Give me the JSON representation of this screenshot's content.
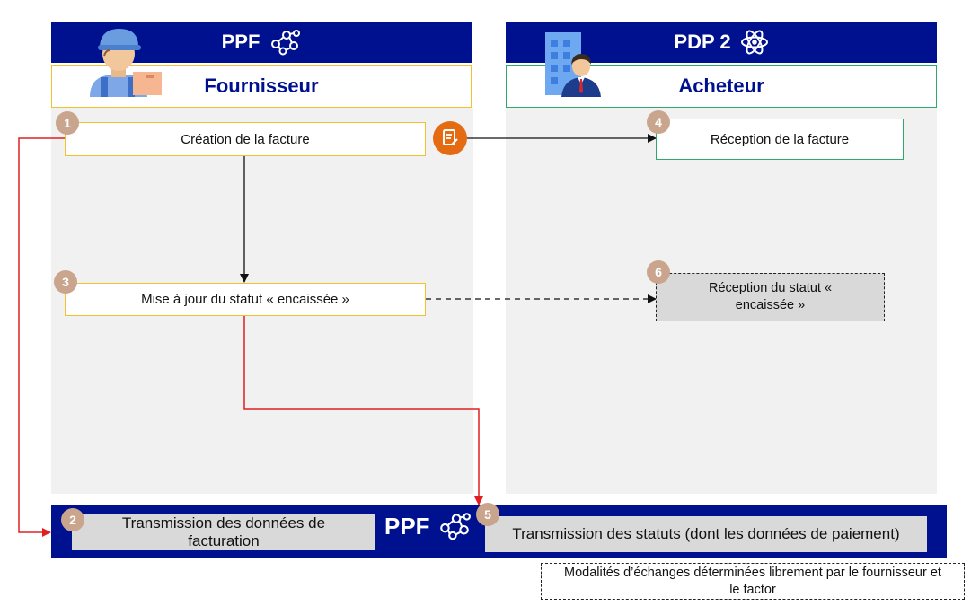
{
  "left_lane": {
    "header": "PPF",
    "header_icon": "network-icon",
    "role": "Fournisseur",
    "role_icon": "delivery-person-icon"
  },
  "right_lane": {
    "header": "PDP 2",
    "header_icon": "atom-icon",
    "role": "Acheteur",
    "role_icon": "businessman-building-icon"
  },
  "steps": {
    "s1": {
      "num": "1",
      "label": "Création de la facture"
    },
    "s2": {
      "num": "2",
      "label": "Transmission des données de facturation"
    },
    "s3": {
      "num": "3",
      "label": "Mise à jour du statut « encaissée »"
    },
    "s4": {
      "num": "4",
      "label": "Réception de la facture"
    },
    "s5": {
      "num": "5",
      "label": "Transmission des statuts (dont les données de paiement)"
    },
    "s6": {
      "num": "6",
      "label": "Réception du statut « encaissée »"
    }
  },
  "bottom_bar": {
    "label": "PPF",
    "icon": "network-icon"
  },
  "note": "Modalités d’échanges déterminées librement par le fournisseur et le factor",
  "colors": {
    "navy": "#00118f",
    "supplier_border": "#f2c12e",
    "buyer_border": "#2fa86b",
    "red_flow": "#e02020",
    "invoice_icon": "#e46b11",
    "step_badge": "#c9a58d"
  }
}
